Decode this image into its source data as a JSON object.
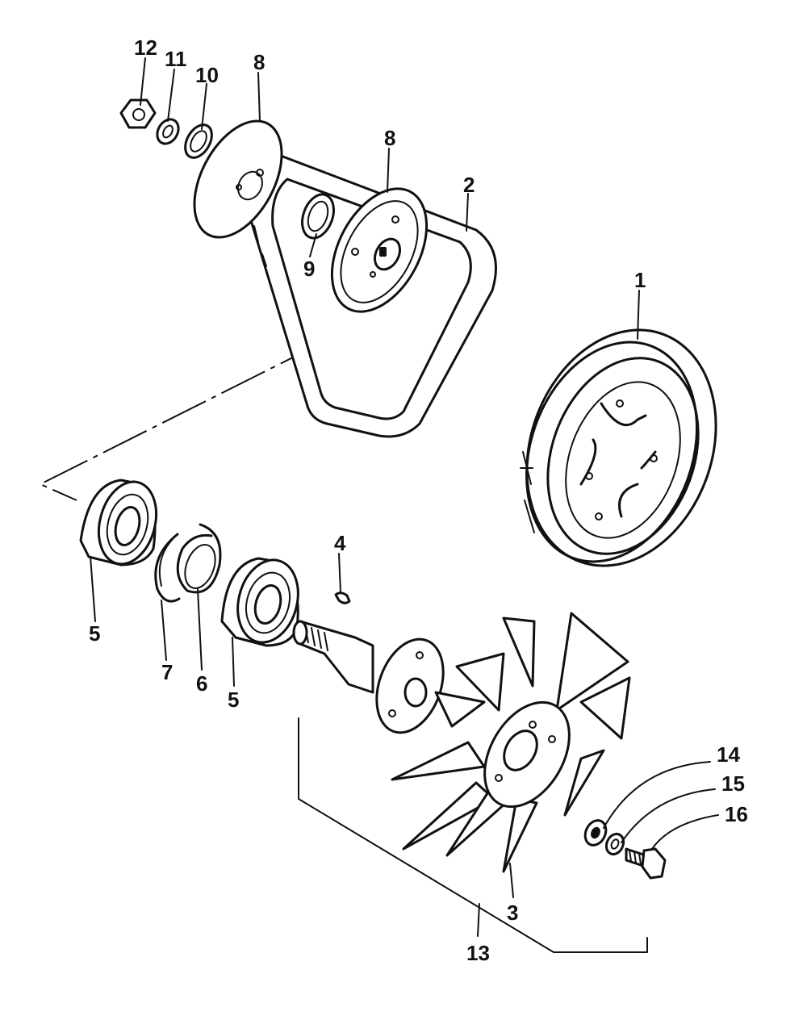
{
  "callouts": {
    "c1": "1",
    "c2": "2",
    "c3": "3",
    "c4": "4",
    "c5a": "5",
    "c5b": "5",
    "c6": "6",
    "c7": "7",
    "c8a": "8",
    "c8b": "8",
    "c9": "9",
    "c10": "10",
    "c11": "11",
    "c12": "12",
    "c13": "13",
    "c14": "14",
    "c15": "15",
    "c16": "16"
  }
}
